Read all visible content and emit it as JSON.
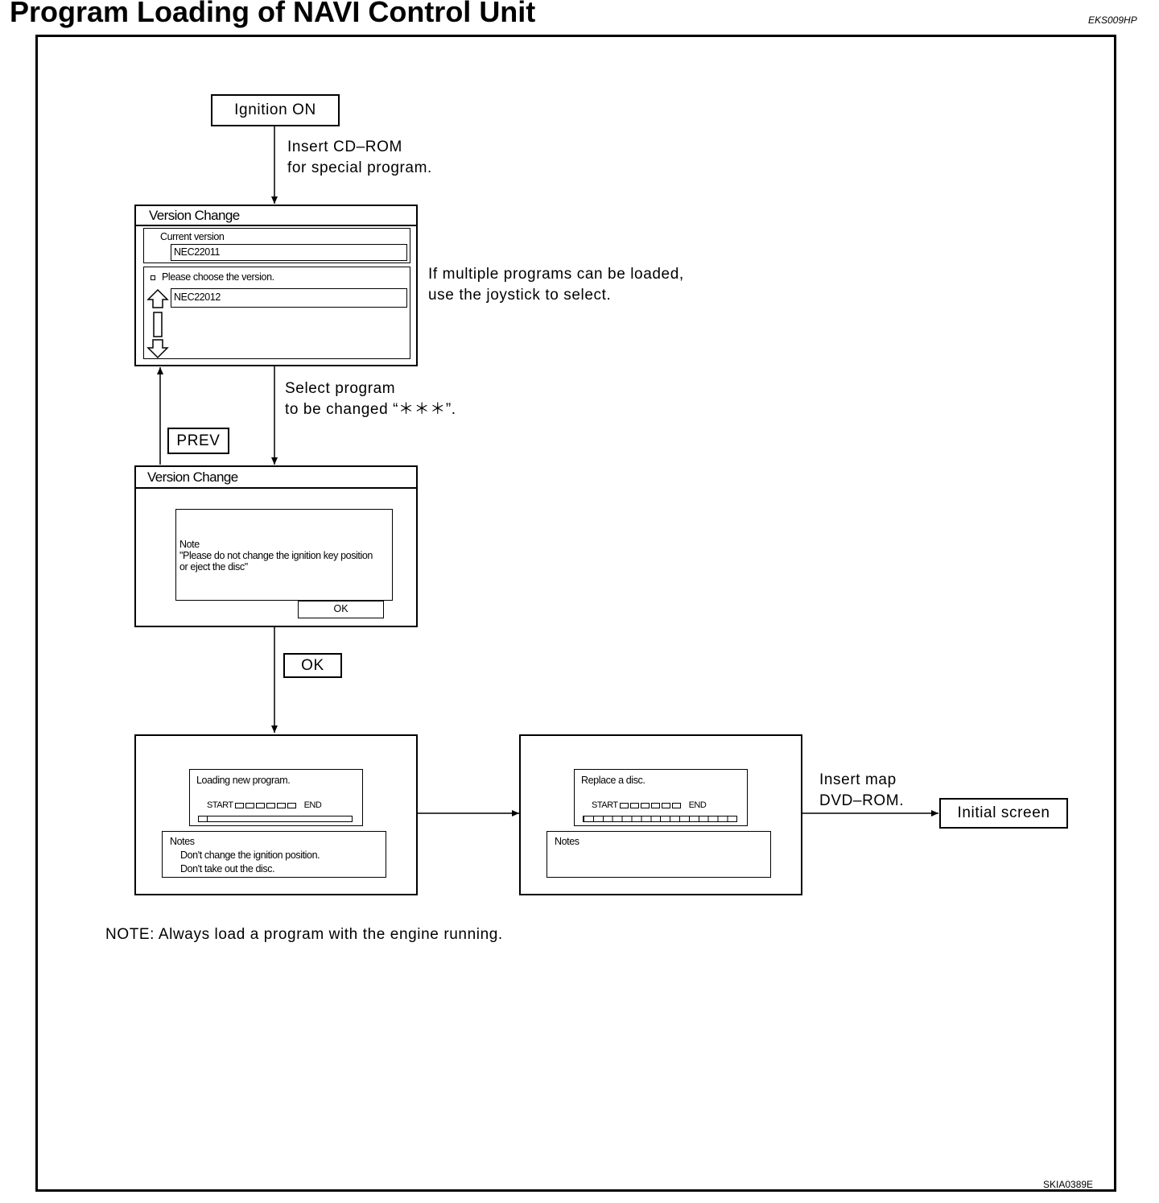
{
  "header": {
    "title": "Program Loading of NAVI Control Unit",
    "code": "EKS009HP"
  },
  "figure_id": "SKIA0389E",
  "steps": {
    "ignition": "Ignition ON",
    "insert_cd_line1": "Insert CD–ROM",
    "insert_cd_line2": "for special program.",
    "multi_line1": "If multiple programs can be loaded,",
    "multi_line2": "use the joystick to select.",
    "select_line1": "Select program",
    "select_line2": "to be changed “＊＊＊”.",
    "prev": "PREV",
    "ok": "OK",
    "insert_map_line1": "Insert map",
    "insert_map_line2": "DVD–ROM.",
    "initial_screen": "Initial screen"
  },
  "screen1": {
    "title": "Version Change",
    "current_label": "Current version",
    "current_value": "NEC22011",
    "choose_label": "Please choose the version.",
    "choose_value": "NEC22012"
  },
  "screen2": {
    "title": "Version Change",
    "note_title": "Note",
    "note_line1": "\"Please do not change the ignition key position",
    "note_line2": "or eject the disc\"",
    "ok": "OK"
  },
  "screen3": {
    "message": "Loading new program.",
    "start": "START",
    "end": "END",
    "notes_title": "Notes",
    "note1": "Don't change the ignition position.",
    "note2": "Don't take out the disc."
  },
  "screen4": {
    "message": "Replace a disc.",
    "start": "START",
    "end": "END",
    "notes_title": "Notes"
  },
  "footer_note": "NOTE: Always load a program with the engine running."
}
